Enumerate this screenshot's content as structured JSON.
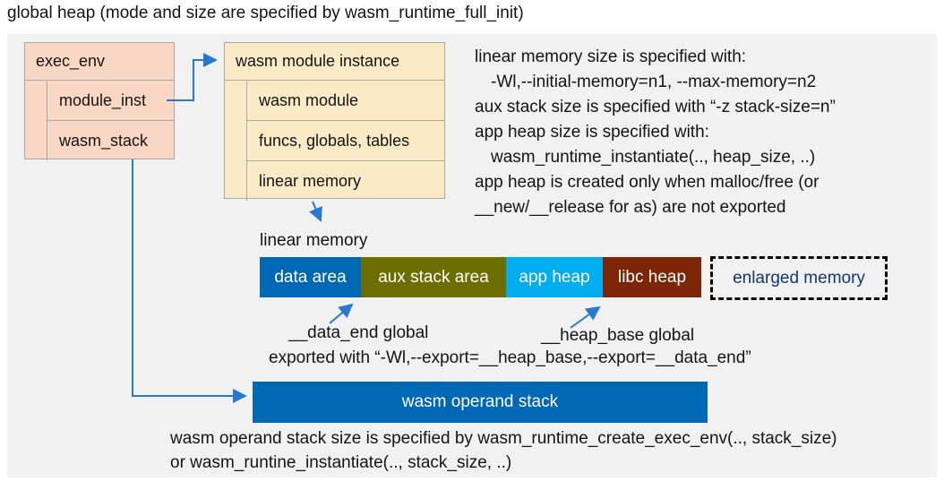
{
  "title": "global heap (mode and size are specified by wasm_runtime_full_init)",
  "colors": {
    "panel_bg": "#f1f1f2",
    "exec_env_fill": "#fad7c5",
    "module_instance_fill": "#fbeac6",
    "box_border": "#a8a8a8",
    "arrow_blue": "#2878d0",
    "data_area": "#0068b5",
    "aux_stack_area": "#6c6e00",
    "app_heap": "#00aeef",
    "libc_heap": "#7e2507",
    "operand_stack": "#0068b5",
    "enlarged_memory_text": "#16366f"
  },
  "exec_env": {
    "header": "exec_env",
    "rows": [
      "module_inst",
      "wasm_stack"
    ]
  },
  "module_instance": {
    "header": "wasm module instance",
    "rows": [
      "wasm module",
      "funcs, globals, tables",
      "linear memory"
    ]
  },
  "notes_right": {
    "lines": [
      "linear memory size is specified with:",
      "-Wl,--initial-memory=n1, --max-memory=n2",
      "aux stack size is specified with “-z stack-size=n”",
      "app heap size is specified with:",
      "wasm_runtime_instantiate(.., heap_size, ..)",
      "app heap is created only when malloc/free (or",
      "__new/__release for as) are not exported"
    ]
  },
  "linear_memory": {
    "label": "linear memory",
    "segments": [
      {
        "name": "data-area",
        "label": "data area",
        "color": "#0068b5"
      },
      {
        "name": "aux-stack-area",
        "label": "aux stack area",
        "color": "#6c6e00"
      },
      {
        "name": "app-heap",
        "label": "app heap",
        "color": "#00aeef"
      },
      {
        "name": "libc-heap",
        "label": "libc heap",
        "color": "#7e2507"
      }
    ],
    "enlarged": {
      "label": "enlarged memory"
    }
  },
  "globals": {
    "data_end": "__data_end global",
    "heap_base": "__heap_base global",
    "exported": "exported with “-Wl,--export=__heap_base,--export=__data_end”"
  },
  "operand_stack": {
    "label": "wasm operand stack",
    "note_line1": "wasm operand stack size is specified by wasm_runtime_create_exec_env(.., stack_size)",
    "note_line2": "or wasm_runtine_instantiate(.., stack_size, ..)"
  }
}
